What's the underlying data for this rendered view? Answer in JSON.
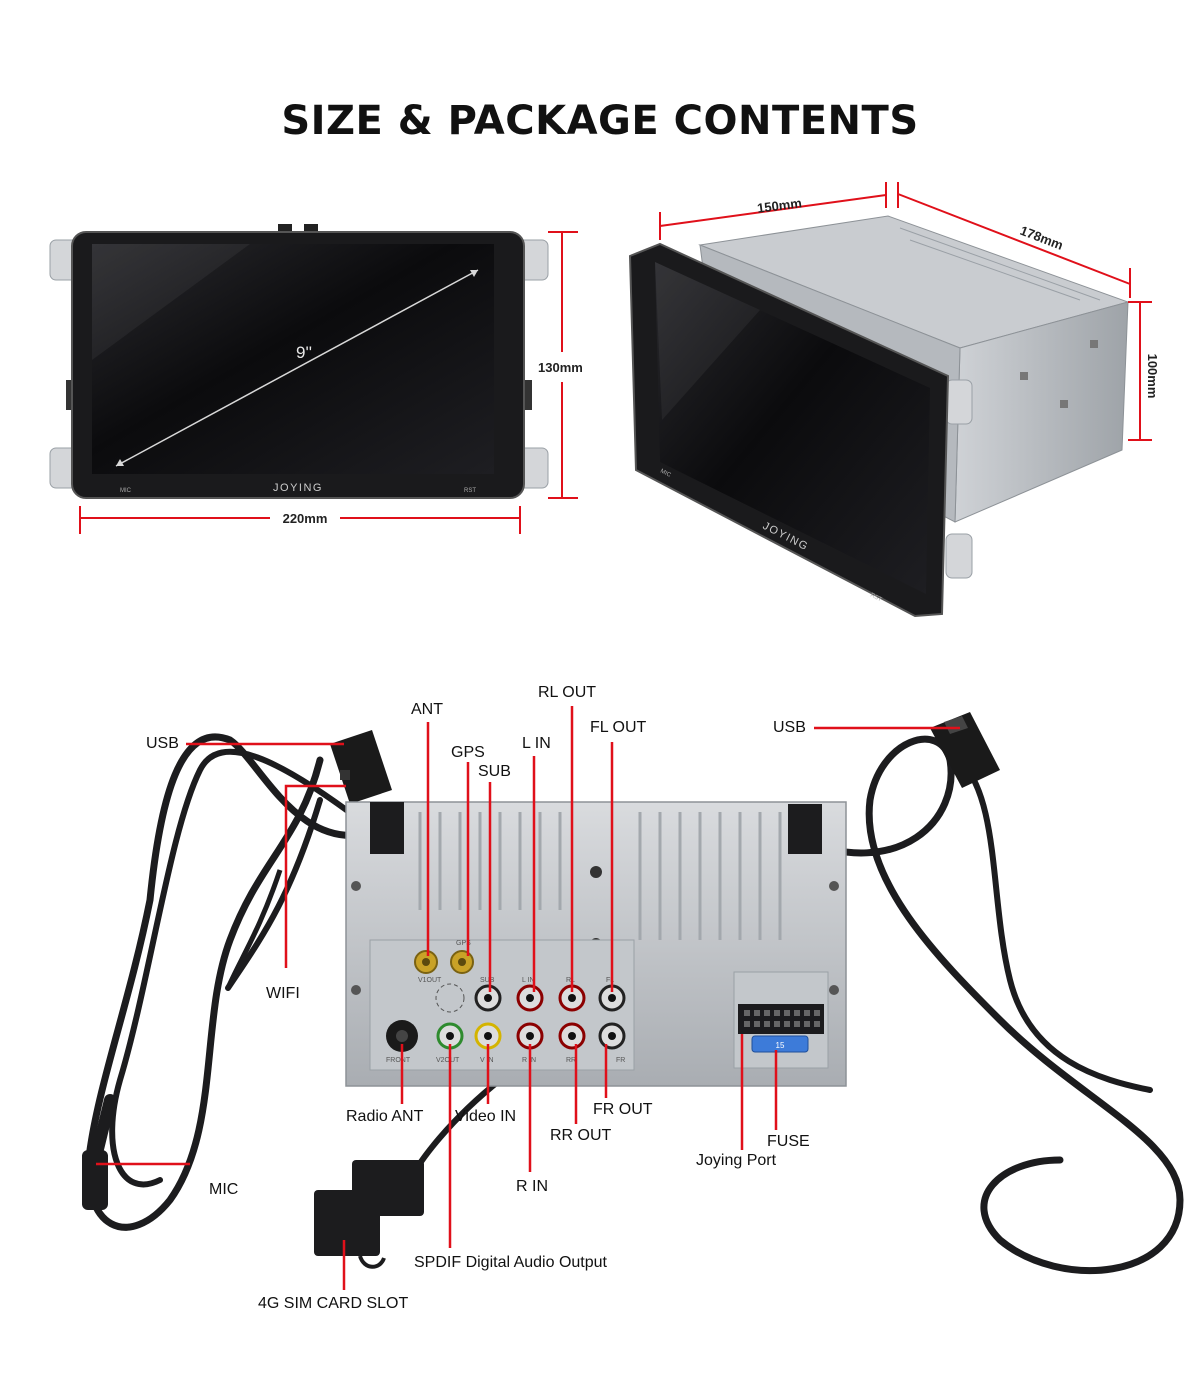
{
  "title": "SIZE & PACKAGE CONTENTS",
  "accent_color": "#e0101a",
  "front_view": {
    "diagonal": "9''",
    "brand": "JOYING",
    "mic_mark": "MIC",
    "rst_mark": "RST",
    "width": "220mm",
    "height": "130mm"
  },
  "side_view": {
    "brand": "JOYING",
    "mic_mark": "MIC",
    "rst_mark": "RST",
    "width": "150mm",
    "depth": "178mm",
    "height": "100mm"
  },
  "rear_panel": {
    "port_marks": [
      "V1OUT",
      "GPS",
      "SUB",
      "L IN",
      "RL",
      "FL",
      "FRONT",
      "V2OUT",
      "V IN",
      "R IN",
      "RR",
      "FR"
    ],
    "fuse_mark": "15"
  },
  "callouts": {
    "usb_left": "USB",
    "usb_right": "USB",
    "ant": "ANT",
    "gps": "GPS",
    "sub": "SUB",
    "l_in": "L IN",
    "rl_out": "RL OUT",
    "fl_out": "FL OUT",
    "wifi": "WIFI",
    "radio_ant": "Radio ANT",
    "video_in": "Video IN",
    "rr_out": "RR OUT",
    "fr_out": "FR OUT",
    "r_in": "R IN",
    "fuse": "FUSE",
    "joying_port": "Joying Port",
    "mic": "MIC",
    "spdif": "SPDIF Digital Audio Output",
    "sim": "4G SIM CARD SLOT"
  }
}
